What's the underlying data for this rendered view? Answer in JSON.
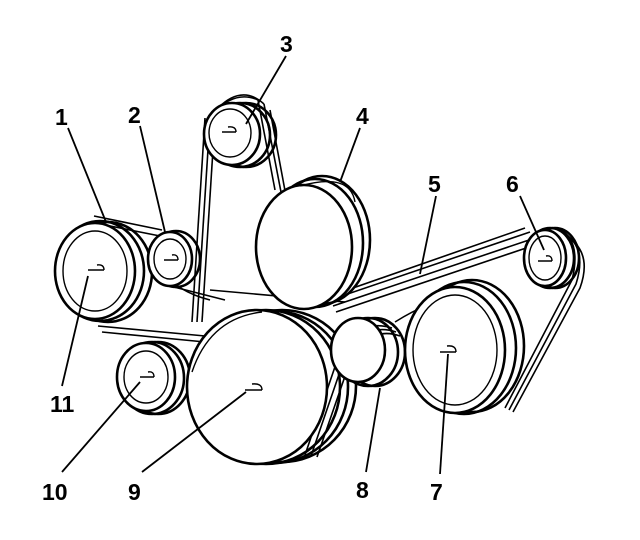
{
  "colors": {
    "ink": "#000000",
    "paper": "#ffffff"
  },
  "labels": {
    "p1": "1",
    "p2": "2",
    "p3": "3",
    "p4": "4",
    "p5": "5",
    "p6": "6",
    "p7": "7",
    "p8": "8",
    "p9": "9",
    "p10": "10",
    "p11": "11"
  }
}
